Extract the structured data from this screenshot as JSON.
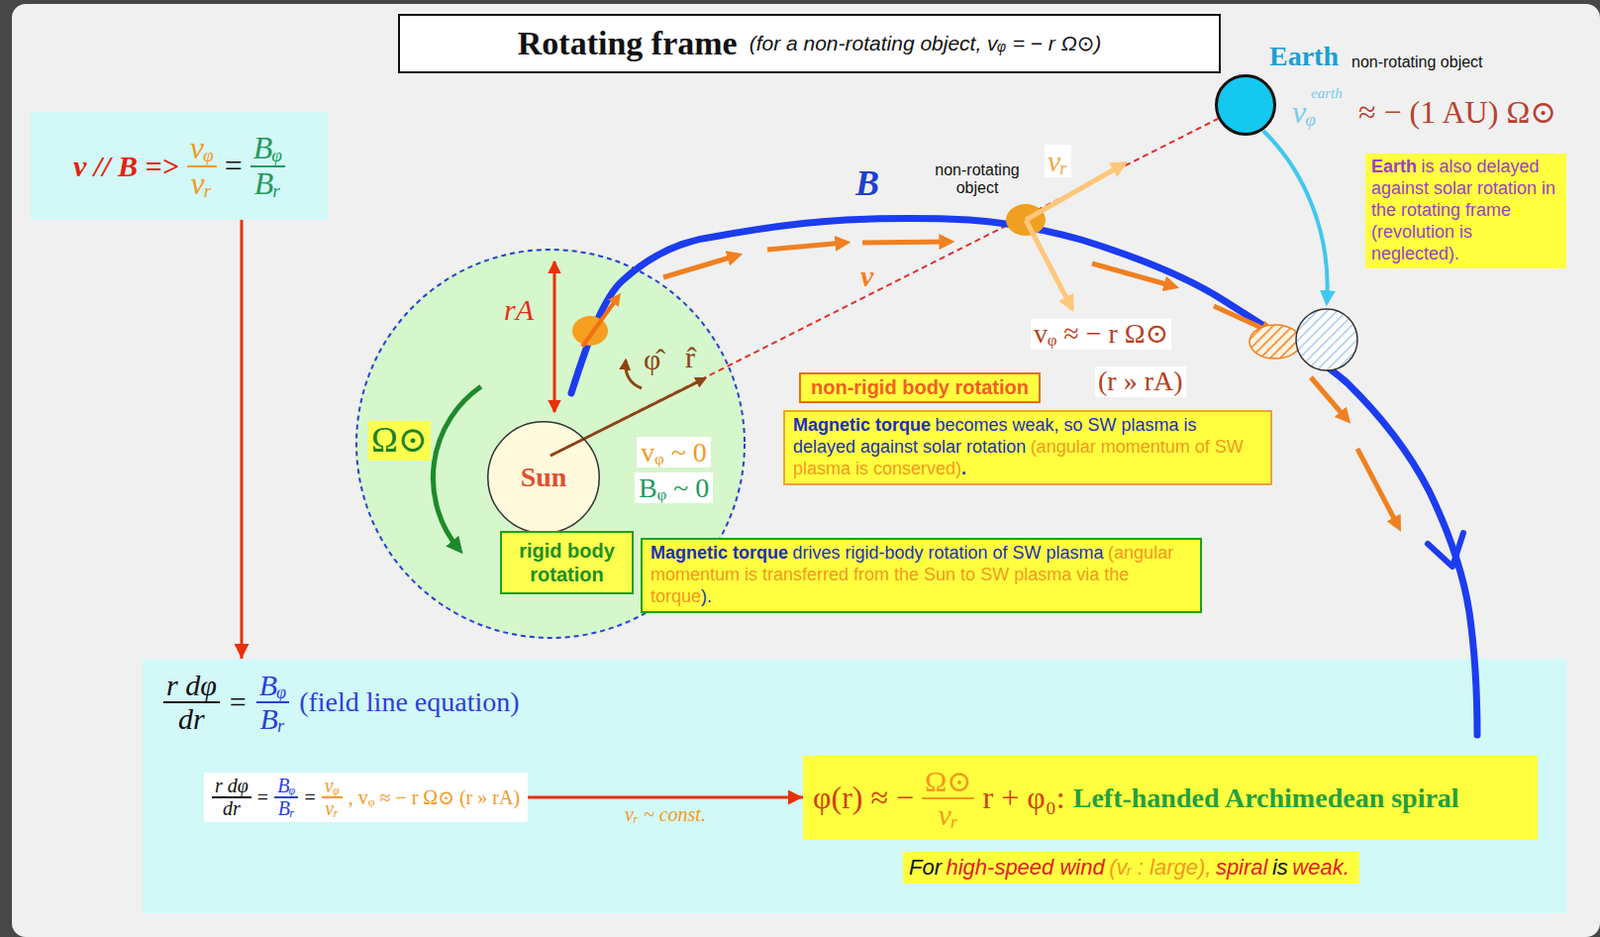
{
  "diagram": {
    "nodes": [
      {
        "text": [
          "Rotating frame",
          "(for a non-rotating object, vᵩ = − r Ω⊙)"
        ]
      },
      {
        "text": [
          "v // B =>",
          "vᵩ",
          "vᵣ",
          "=",
          "Bᵩ",
          "Bᵣ"
        ]
      },
      {
        "text": [
          "vᵩ ~ 0",
          "Bᵩ ~ 0"
        ]
      },
      {
        "text": [
          "Sun"
        ],
        "in": 2
      },
      {
        "text": [
          "rigid body rotation"
        ],
        "in": 2
      },
      {
        "text": [
          "Magnetic torque",
          "drives rigid-body rotation of SW plasma",
          "(angular momentum is transferred from the Sun to SW plasma via the torque",
          ")."
        ]
      },
      {
        "text": [
          "non-rigid body rotation"
        ]
      },
      {
        "text": [
          "Magnetic torque",
          "becomes weak, so SW plasma is delayed against solar rotation",
          "(angular momentum of SW plasma is conserved)",
          "."
        ]
      },
      {
        "text": [
          "Earth",
          "non-rotating object"
        ]
      },
      {
        "text": [
          "Earth",
          "is also delayed against solar rotation in the rotating frame (revolution is neglected)."
        ]
      },
      {
        "text": [
          "r dφ",
          "dr",
          "=",
          "Bᵩ",
          "Bᵣ",
          "(field line equation)"
        ]
      },
      {
        "text": [
          "r dφ",
          "dr",
          "=",
          "Bᵩ",
          "Bᵣ",
          "=",
          "vᵩ",
          "vᵣ",
          ", vᵩ ≈ − r Ω⊙ (r » rA)"
        ],
        "in": 10
      },
      {
        "text": [
          "φ(r) ≈ −",
          "Ω⊙",
          "vᵣ",
          "r + φ₀:",
          "Left-handed Archimedean spiral"
        ],
        "in": 10
      },
      {
        "text": [
          "For",
          "high-speed wind",
          "(vᵣ : large),",
          "spiral",
          "is",
          "weak."
        ],
        "in": 10
      }
    ],
    "edges": [
      {
        "from": 1,
        "to": 10,
        "arrow": "to"
      },
      {
        "from": 11,
        "to": 12,
        "arrow": "to",
        "label": "vᵣ ~ const."
      }
    ],
    "labels": [
      "B",
      "non-rotating object",
      "vᵣ",
      "v",
      "vᵩ ≈ − r Ω⊙",
      "(r » rA)",
      "Ω⊙",
      "rA",
      "φ̂",
      "r̂",
      "vᵩ",
      "earth",
      "≈ − (1 AU) Ω⊙"
    ]
  }
}
